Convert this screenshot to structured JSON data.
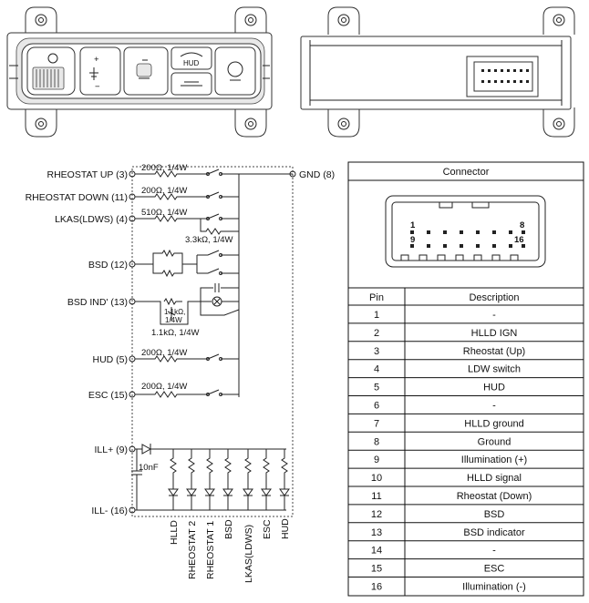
{
  "top_images": {
    "front_buttons": [
      "HUD"
    ]
  },
  "schematic": {
    "left_labels": [
      "RHEOSTAT UP (3)",
      "RHEOSTAT DOWN (11)",
      "LKAS(LDWS) (4)",
      "BSD (12)",
      "BSD IND' (13)",
      "HUD (5)",
      "ESC (15)",
      "ILL+ (9)",
      "ILL- (16)"
    ],
    "gnd_label": "GND (8)",
    "resistors": [
      "200Ω, 1/4W",
      "200Ω, 1/4W",
      "510Ω, 1/4W",
      "3.3kΩ, 1/4W",
      "1.1kΩ,",
      "1/4W",
      "1.1kΩ, 1/4W",
      "200Ω, 1/4W",
      "200Ω, 1/4W"
    ],
    "capacitor": "10nF",
    "bottom_labels": [
      "HLLD",
      "RHEOSTAT 2",
      "RHEOSTAT 1",
      "BSD",
      "LKAS(LDWS)",
      "ESC",
      "HUD"
    ]
  },
  "connector": {
    "title": "Connector",
    "pin_numbers": [
      "1",
      "8",
      "9",
      "16"
    ]
  },
  "pin_table": {
    "headers": [
      "Pin",
      "Description"
    ],
    "rows": [
      [
        "1",
        "-"
      ],
      [
        "2",
        "HLLD IGN"
      ],
      [
        "3",
        "Rheostat (Up)"
      ],
      [
        "4",
        "LDW switch"
      ],
      [
        "5",
        "HUD"
      ],
      [
        "6",
        "-"
      ],
      [
        "7",
        "HLLD ground"
      ],
      [
        "8",
        "Ground"
      ],
      [
        "9",
        "Illumination (+)"
      ],
      [
        "10",
        "HLLD signal"
      ],
      [
        "11",
        "Rheostat (Down)"
      ],
      [
        "12",
        "BSD"
      ],
      [
        "13",
        "BSD indicator"
      ],
      [
        "14",
        "-"
      ],
      [
        "15",
        "ESC"
      ],
      [
        "16",
        "Illumination (-)"
      ]
    ]
  }
}
